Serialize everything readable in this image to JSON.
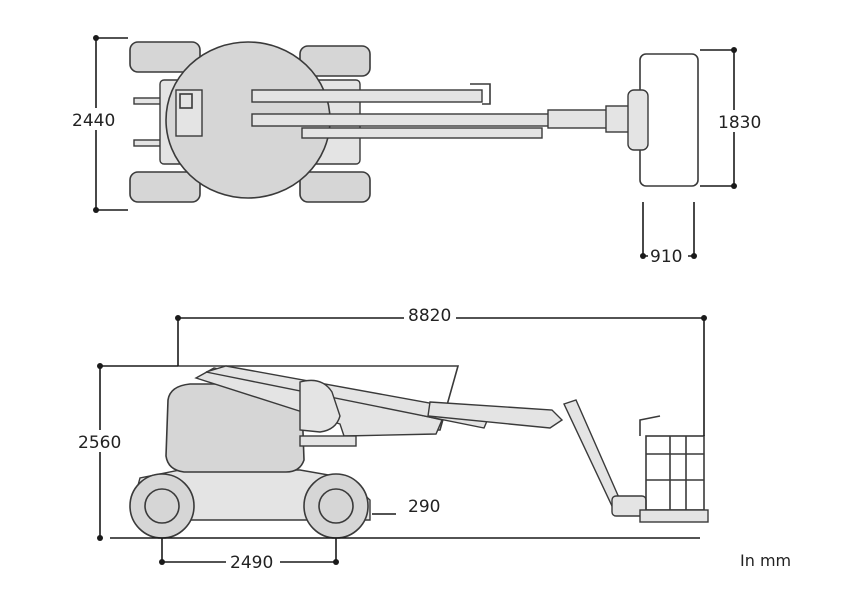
{
  "dimensions": {
    "top_width": "2440",
    "platform_width": "1830",
    "platform_depth": "910",
    "overall_length": "8820",
    "stowed_height": "2560",
    "ground_clearance": "290",
    "wheelbase": "2490"
  },
  "unit_note": "In mm"
}
